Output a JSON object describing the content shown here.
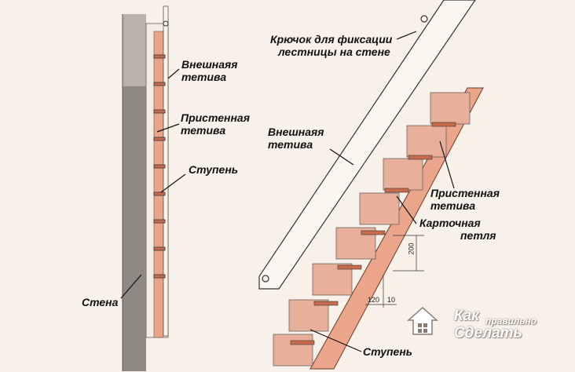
{
  "labels": {
    "left_outer_stringer": [
      "Внешнаяя",
      "тетива"
    ],
    "left_wall_stringer": [
      "Пристенная",
      "тетива"
    ],
    "left_step": "Ступень",
    "left_wall": "Стена",
    "hook": [
      "Крючок для фиксации",
      "лестницы на стене"
    ],
    "right_outer_stringer": [
      "Внешнаяя",
      "тетива"
    ],
    "right_wall_stringer": [
      "Пристенная",
      "тетива"
    ],
    "card_hinge": [
      "Карточная",
      "петля"
    ],
    "right_step": "Ступень"
  },
  "dimensions": {
    "height": "200",
    "depth": "120",
    "gap": "10"
  },
  "watermark": {
    "line1": "Как",
    "line2": "правильно",
    "line3": "Сделать",
    "icon": "house-icon"
  },
  "colors": {
    "wall": "#8c8680",
    "stringer_outer": "#faf3ea",
    "stringer_wall": "#e8a58c",
    "step": "#e89a7c",
    "ink": "#2b2b2b"
  }
}
